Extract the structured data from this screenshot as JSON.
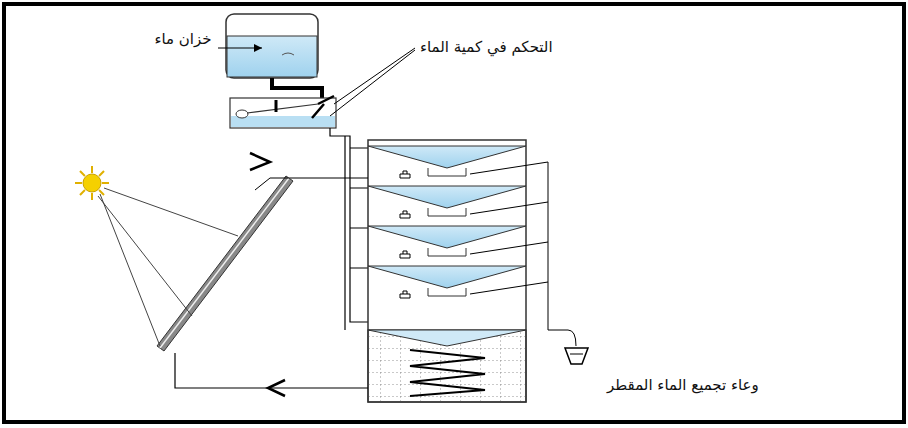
{
  "diagram": {
    "labels": [
      "خزان ماء",
      "التحكم في كمية الماء",
      "وعاء تجميع الماء المقطر"
    ]
  }
}
